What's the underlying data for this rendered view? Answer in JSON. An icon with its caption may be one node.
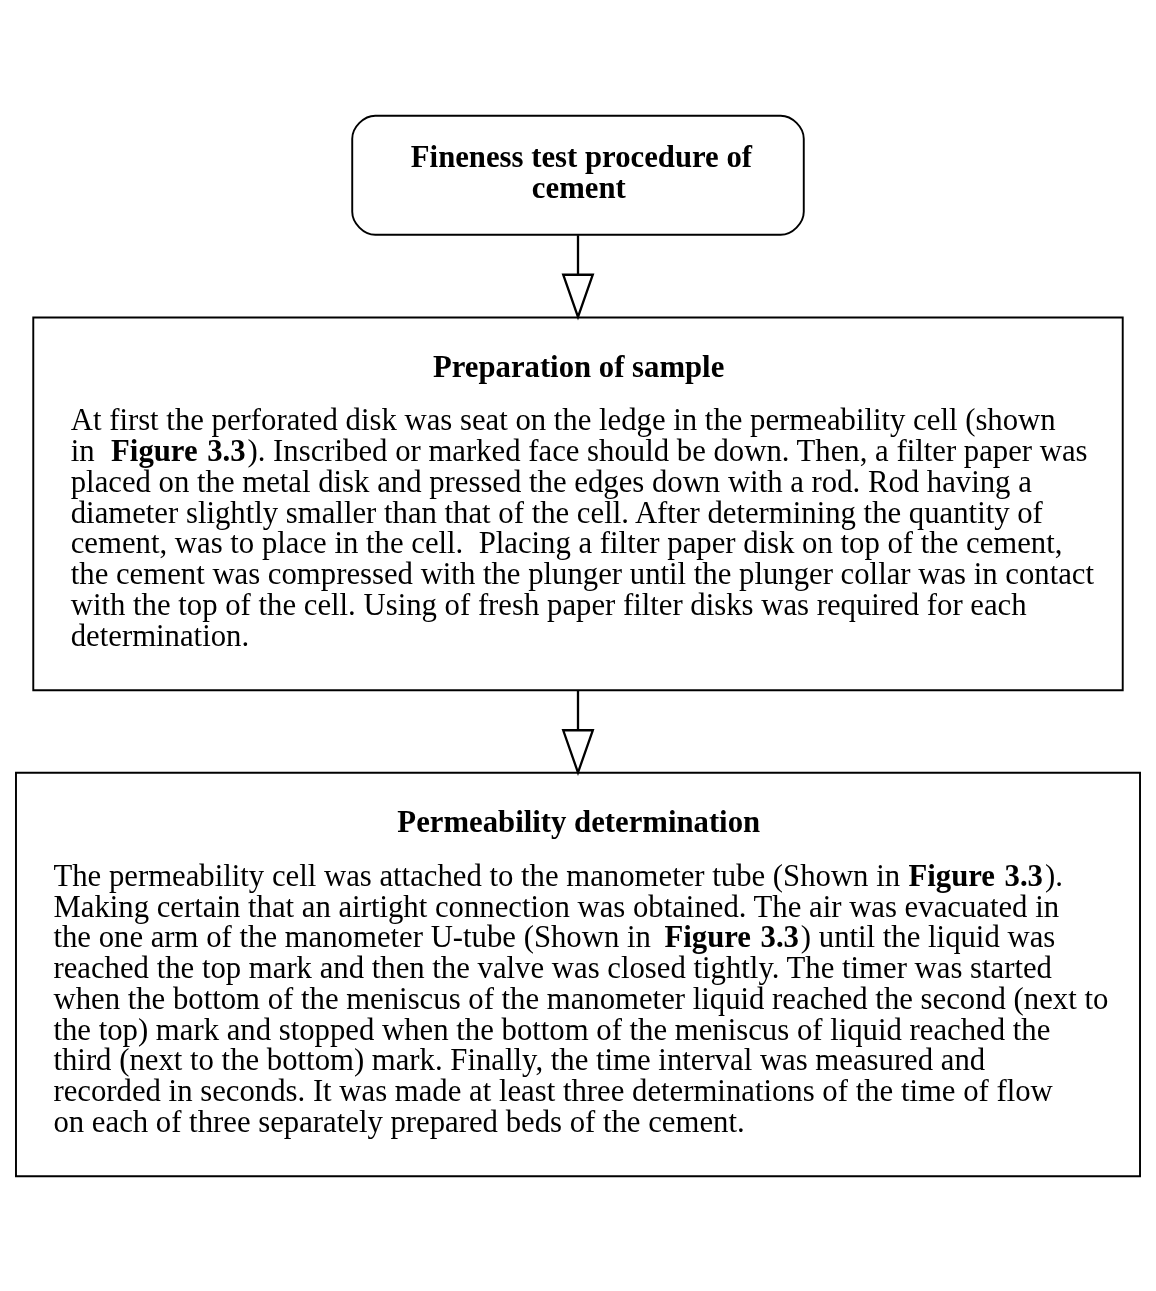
{
  "diagram": {
    "nodes": [
      {
        "text": [
          "Fineness test procedure of cement"
        ]
      },
      {
        "text": [
          "Preparation of sample",
          "At first the perforated disk was seat on the ledge in the permeability cell (shown in **Figure 3.3**). Inscribed or marked face should be down. Then, a filter paper was placed on the metal disk and pressed the edges down with a rod. Rod having a diameter slightly smaller than that of the cell. After determining the quantity of cement, was to place in the cell.  Placing a filter paper disk on top of the cement, the cement was compressed with the plunger until the plunger collar was in contact with the top of the cell. Using of fresh paper filter disks was required for each determination."
        ]
      },
      {
        "text": [
          "Permeability determination",
          "The permeability cell was attached to the manometer tube (Shown in **Figure 3.3**). Making certain that an airtight connection was obtained. The air was evacuated in the one arm of the manometer U-tube (Shown in **Figure 3.3**) until the liquid was reached the top mark and then the valve was closed tightly. The timer was started when the bottom of the meniscus of the manometer liquid reached the second (next to the top) mark and stopped when the bottom of the meniscus of liquid reached the third (next to the bottom) mark. Finally, the time interval was measured and recorded in seconds. It was made at least three determinations of the time of flow on each of three separately prepared beds of the cement."
        ]
      }
    ],
    "edges": [
      {
        "from": 0,
        "to": 1,
        "arrow": "to"
      },
      {
        "from": 1,
        "to": 2,
        "arrow": "to"
      }
    ]
  }
}
